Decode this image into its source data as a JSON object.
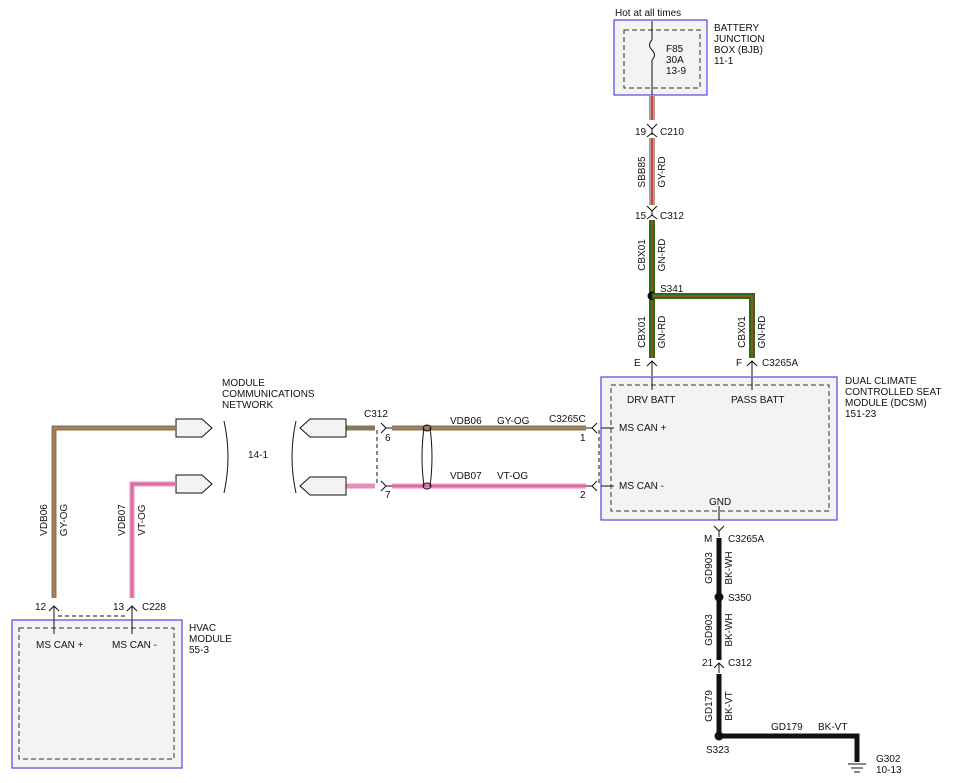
{
  "colors": {
    "gy_rd": "#b99a96",
    "gy_rd_core": "#c7463f",
    "gn_rd": "#2f6a12",
    "gn_rd_core": "#c7463f",
    "gy_og": "#86765c",
    "gy_og_core": "#d08a3c",
    "vt_og": "#e58fbf",
    "vt_og_core": "#d6457f",
    "bk_wh": "#111111",
    "bk_vt": "#111111",
    "box_border": "#4b4be0"
  },
  "labels": {
    "hot": "Hot at all times",
    "bjb_title": [
      "BATTERY",
      "JUNCTION",
      "BOX (BJB)",
      "11-1"
    ],
    "fuse": [
      "F85",
      "30A",
      "13-9"
    ],
    "pin19": "19",
    "c210": "C210",
    "w1_circuit": "SBB85",
    "w1_color": "GY-RD",
    "pin15": "15",
    "c312": "C312",
    "w2_circuit": "CBX01",
    "w2_color": "GN-RD",
    "s341": "S341",
    "w3_circuit": "CBX01",
    "w3_color": "GN-RD",
    "w4_circuit": "CBX01",
    "w4_color": "GN-RD",
    "pinE": "E",
    "pinF": "F",
    "c3265a": "C3265A",
    "dcsm_title": [
      "DUAL CLIMATE",
      "CONTROLLED SEAT",
      "MODULE (DCSM)",
      "151-23"
    ],
    "drv_batt": "DRV BATT",
    "pass_batt": "PASS BATT",
    "ms_can_plus": "MS CAN +",
    "ms_can_minus": "MS CAN -",
    "gnd": "GND",
    "c3265c": "C3265C",
    "pin1": "1",
    "pin2": "2",
    "vdb06": "VDB06",
    "gy_og": "GY-OG",
    "vdb07": "VDB07",
    "vt_og": "VT-OG",
    "c312_left": "C312",
    "pin6": "6",
    "pin7": "7",
    "mcn_title": [
      "MODULE",
      "COMMUNICATIONS",
      "NETWORK"
    ],
    "mcn_ref": "14-1",
    "hvac_vdb06": "VDB06",
    "hvac_gy_og": "GY-OG",
    "hvac_vdb07": "VDB07",
    "hvac_vt_og": "VT-OG",
    "pin12": "12",
    "pin13": "13",
    "c228": "C228",
    "hvac_title": [
      "HVAC",
      "MODULE",
      "55-3"
    ],
    "hvac_can_plus": "MS CAN +",
    "hvac_can_minus": "MS CAN -",
    "pinM": "M",
    "c3265a_b": "C3265A",
    "gd903_a": "GD903",
    "bk_wh_a": "BK-WH",
    "s350": "S350",
    "gd903_b": "GD903",
    "bk_wh_b": "BK-WH",
    "pin21": "21",
    "c312_b": "C312",
    "gd179_a": "GD179",
    "bk_vt_a": "BK-VT",
    "s323": "S323",
    "gd179_b": "GD179",
    "bk_vt_b": "BK-VT",
    "g302": "G302",
    "g302_ref": "10-13"
  }
}
